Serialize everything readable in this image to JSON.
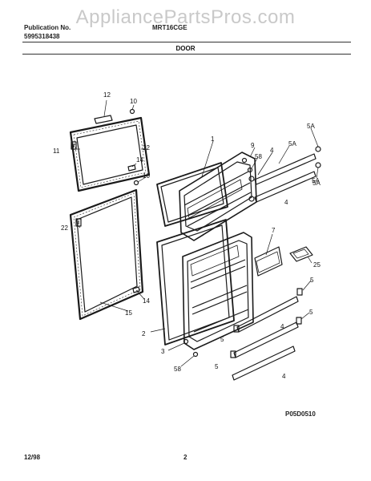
{
  "watermark": "AppliancePartsPros.com",
  "header": {
    "publication_label": "Publication No.",
    "publication_number": "5995318438",
    "model": "MRT16CGE",
    "section": "DOOR"
  },
  "callouts": [
    "12",
    "10",
    "11",
    "22",
    "14",
    "10",
    "22",
    "14",
    "15",
    "1",
    "9",
    "58",
    "5A",
    "4",
    "5A",
    "5A",
    "4",
    "5A",
    "7",
    "25",
    "5",
    "4",
    "5",
    "4",
    "5",
    "2",
    "3",
    "58",
    "5"
  ],
  "figure_code": "P05D0510",
  "footer": {
    "date": "12/98",
    "page": "2"
  }
}
